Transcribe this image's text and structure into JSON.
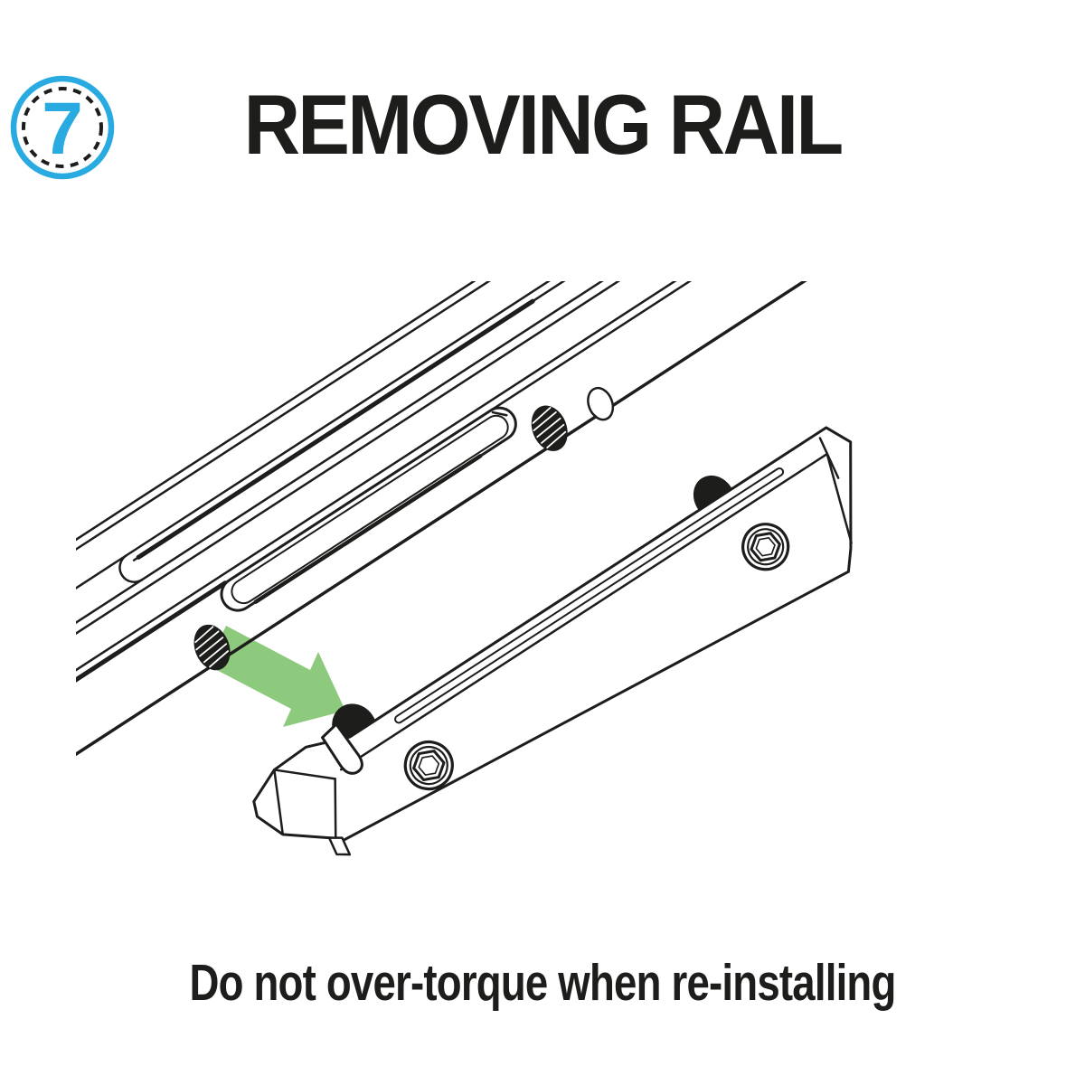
{
  "step_badge": {
    "number": "7"
  },
  "title": {
    "text": "REMOVING RAIL"
  },
  "caption": {
    "text": "Do not over-torque when re-installing"
  },
  "colors": {
    "accent_blue": "#29ABE2",
    "arrow_green": "#8ECA7D",
    "ink": "#1D1D1B",
    "background": "#FFFFFF"
  },
  "illustration": {
    "description": "Isometric technical line drawing of an accessory rail section detached from a handguard mounting surface",
    "arrow_meaning": "removal direction, down and away from handguard",
    "parts": [
      {
        "name": "handguard-surface",
        "features": [
          "mlok-slot",
          "threaded-hole-left",
          "threaded-hole-right",
          "counterbore-hole",
          "extrusion-ridges"
        ]
      },
      {
        "name": "accessory-rail-section",
        "features": [
          "hex-socket-screw-front",
          "hex-socket-screw-rear",
          "recoil-lug-front",
          "recoil-lug-rear",
          "chamfered-nose",
          "top-slot-sliver",
          "end-bevel"
        ]
      }
    ]
  }
}
